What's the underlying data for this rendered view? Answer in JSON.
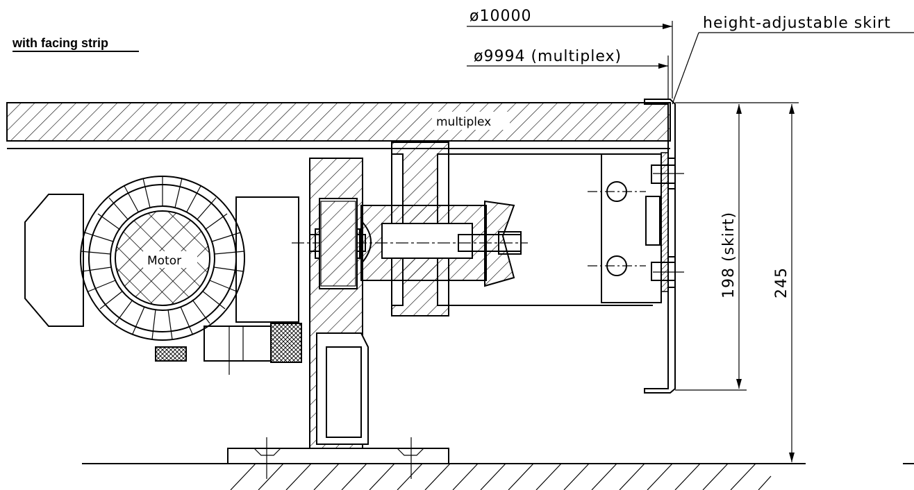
{
  "title": "with facing strip",
  "labels": {
    "motor": "Motor",
    "multiplex": "multiplex",
    "skirt_note": "height-adjustable skirt"
  },
  "dimensions": {
    "outer_diameter": "ø10000",
    "multiplex_diameter": "ø9994  (multiplex)",
    "skirt_height": "198  (skirt)",
    "total_height": "245"
  },
  "colors": {
    "line": "#000000",
    "background": "#ffffff"
  }
}
